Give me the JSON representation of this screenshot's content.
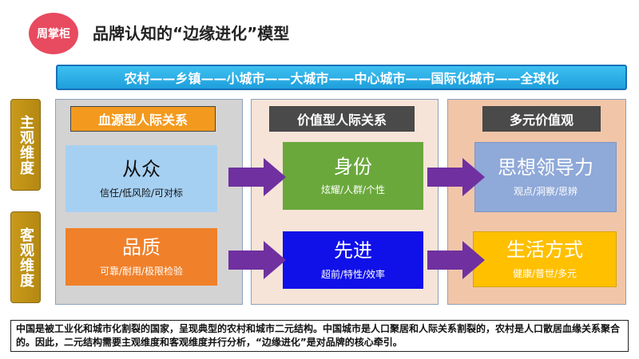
{
  "header": {
    "logo": "周掌柜",
    "title": "品牌认知的“边缘进化”模型"
  },
  "urban_bar": {
    "text": "农村——乡镇——小城市——大城市——中心城市——国际化城市——全球化"
  },
  "dimensions": {
    "subjective": "主观维度",
    "objective": "客观维度"
  },
  "columns": [
    {
      "header": "血源型人际关系"
    },
    {
      "header": "价值型人际关系"
    },
    {
      "header": "多元价值观"
    }
  ],
  "boxes": {
    "congzhong": {
      "title": "从众",
      "sub": "信任/低风险/可对标"
    },
    "pinzhi": {
      "title": "品质",
      "sub": "可靠/耐用/极限检验"
    },
    "shenfen": {
      "title": "身份",
      "sub": "炫耀/人群/个性"
    },
    "xianjin": {
      "title": "先进",
      "sub": "超前/特性/效率"
    },
    "sixiang": {
      "title": "思想领导力",
      "sub": "观点/洞察/思辨"
    },
    "shenghuo": {
      "title": "生活方式",
      "sub": "健康/普世/多元"
    }
  },
  "colors": {
    "logo": "#e84a5f",
    "urban_bar": "#1e9fdc",
    "dimension_label": "#c99a1a",
    "header_highlight": "#f39a1e",
    "header_dark": "#4a4a4a",
    "arrow": "#7030a0",
    "box_congzhong": "#a6d0f2",
    "box_pinzhi": "#f0802a",
    "box_shenfen": "#6aa83c",
    "box_xianjin": "#1010e8",
    "box_sixiang": "#8fa9d8",
    "box_shenghuo": "#ffc000"
  },
  "caption": "中国是被工业化和城市化割裂的国家，呈现典型的农村和城市二元结构。中国城市是人口聚居和人际关系割裂的，农村是人口散居血缘关系聚合的。因此，二元结构需要主观维度和客观维度并行分析，“边缘进化”是对品牌的核心牵引。"
}
